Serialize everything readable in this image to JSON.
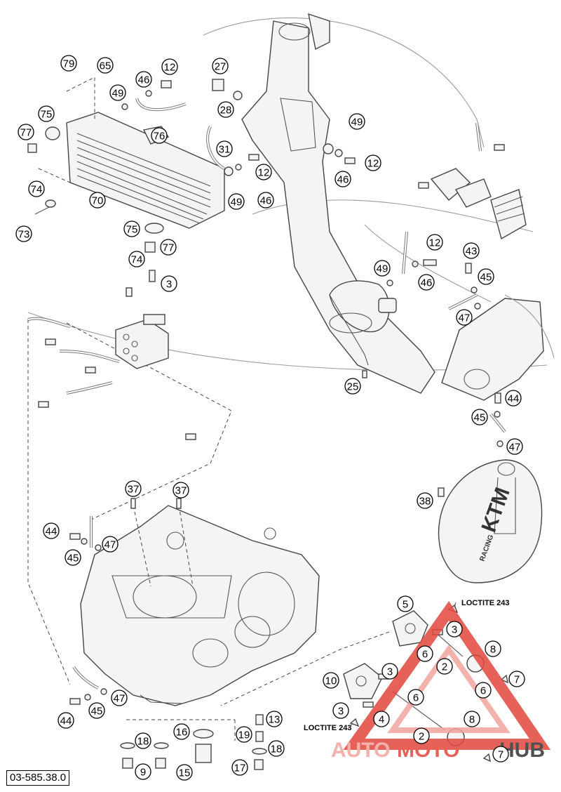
{
  "part_number": "03-585.38.0",
  "notes": [
    "LOCTITE 243",
    "LOCTITE 243"
  ],
  "watermark": {
    "auto": "AUTO",
    "moto": "MOTO",
    "hub": "HUB",
    "color": "#e2473d",
    "color_light": "#f0a49c"
  },
  "cover_logo": {
    "brand": "KTM",
    "sub": "RACING"
  },
  "callouts": [
    "79",
    "65",
    "46",
    "12",
    "27",
    "28",
    "49",
    "75",
    "77",
    "76",
    "49",
    "31",
    "12",
    "46",
    "12",
    "74",
    "70",
    "73",
    "49",
    "46",
    "75",
    "77",
    "74",
    "3",
    "12",
    "49",
    "46",
    "43",
    "45",
    "47",
    "25",
    "44",
    "45",
    "47",
    "37",
    "37",
    "38",
    "44",
    "45",
    "47",
    "5",
    "3",
    "6",
    "8",
    "2",
    "10",
    "3",
    "7",
    "6",
    "3",
    "6",
    "4",
    "8",
    "2",
    "7",
    "16",
    "13",
    "18",
    "19",
    "18",
    "9",
    "15",
    "17",
    "44",
    "45",
    "47"
  ]
}
